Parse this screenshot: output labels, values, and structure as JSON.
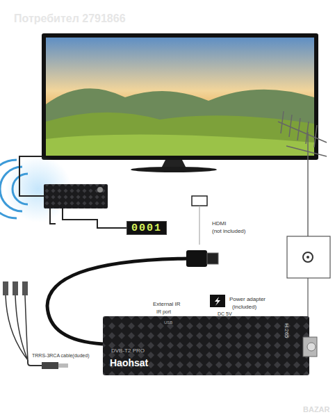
{
  "diagram": {
    "nodes": [
      {
        "text": [
          "Haohsat",
          "DVB-T2 PRO",
          "H.265"
        ]
      },
      {
        "text": [
          "0001"
        ]
      }
    ],
    "labels": [
      "Потребител 2791866",
      "HDMI",
      "(not included)",
      "External IR",
      "IR port",
      "USB",
      "Power adapter",
      "(included)",
      "DC 5V",
      "TRRS-3RCA cable(duded)",
      "BAZAR"
    ]
  }
}
